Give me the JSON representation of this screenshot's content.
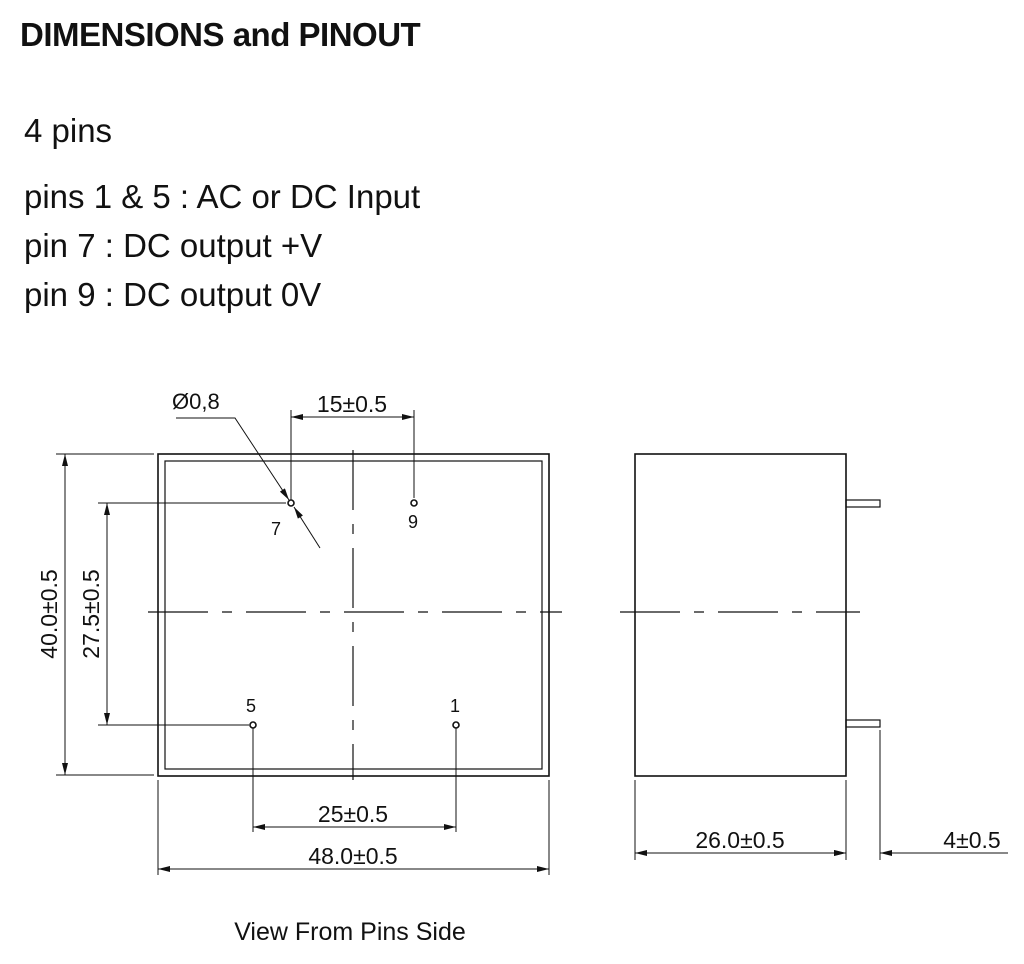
{
  "title": "DIMENSIONS and PINOUT",
  "pin_count": "4 pins",
  "pin_descriptions": [
    "pins 1 & 5 : AC or DC Input",
    "pin 7 : DC output +V",
    "pin 9 : DC output  0V"
  ],
  "diagram": {
    "hole_diameter": "Ø0,8",
    "pin_labels": {
      "p7": "7",
      "p9": "9",
      "p5": "5",
      "p1": "1"
    },
    "dimensions": {
      "top_pin_spacing": "15±0.5",
      "bottom_pin_spacing": "25±0.5",
      "overall_width": "48.0±0.5",
      "overall_height": "40.0±0.5",
      "pin_row_spacing": "27.5±0.5",
      "body_depth": "26.0±0.5",
      "pin_length": "4±0.5"
    },
    "caption": "View From Pins Side"
  }
}
